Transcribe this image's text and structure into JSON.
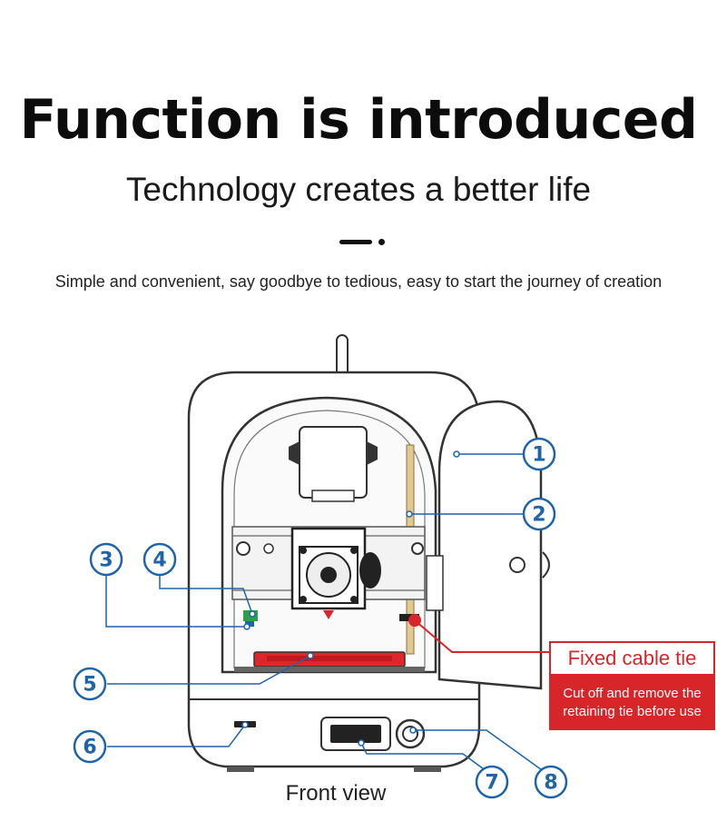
{
  "header": {
    "title": "Function is introduced",
    "subtitle": "Technology creates a better life",
    "tagline": "Simple and convenient, say goodbye to tedious, easy to start the journey of creation"
  },
  "diagram": {
    "view_label": "Front view",
    "callouts": [
      "1",
      "2",
      "3",
      "4",
      "5",
      "6",
      "7",
      "8"
    ],
    "cable_tie_title": "Fixed cable tie",
    "cable_tie_note_line1": "Cut off and remove the",
    "cable_tie_note_line2": "retaining tie before use"
  },
  "colors": {
    "callout_blue": "#1f64a8",
    "accent_red": "#d8252a",
    "build_plate_red": "#e0262b",
    "rail_tan": "#e3c98f",
    "filament_green": "#2aa048"
  }
}
